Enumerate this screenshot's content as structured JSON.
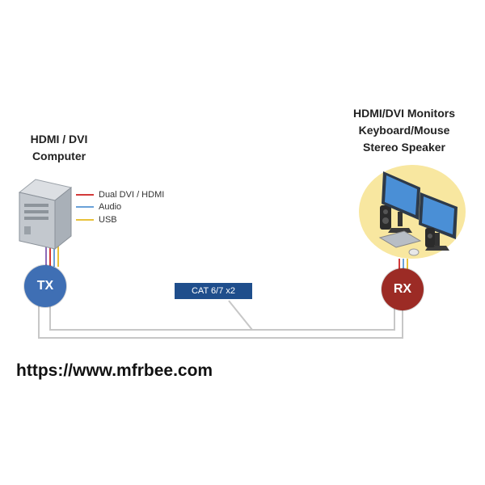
{
  "colors": {
    "tx": "#3f6fb4",
    "rx": "#9c2b25",
    "cable_tag": "#1f4e8c",
    "cable_line": "#c7c7c7",
    "halo": "#f8e7a0",
    "dvi_hdmi": "#d33a3a",
    "audio": "#6aa1d8",
    "usb": "#e8c23a"
  },
  "source": {
    "heading_line1": "HDMI / DVI",
    "heading_line2": "Computer",
    "device_icon": "pc-tower-icon"
  },
  "destination": {
    "heading_line1": "HDMI/DVI Monitors",
    "heading_line2": "Keyboard/Mouse",
    "heading_line3": "Stereo Speaker",
    "device_icon": "dual-monitor-workstation-icon"
  },
  "legend": [
    {
      "label": "Dual DVI / HDMI",
      "color_key": "dvi_hdmi"
    },
    {
      "label": "Audio",
      "color_key": "audio"
    },
    {
      "label": "USB",
      "color_key": "usb"
    }
  ],
  "tx_label": "TX",
  "rx_label": "RX",
  "cable_label": "CAT 6/7 x2",
  "watermark_url": "https://www.mfrbee.com"
}
